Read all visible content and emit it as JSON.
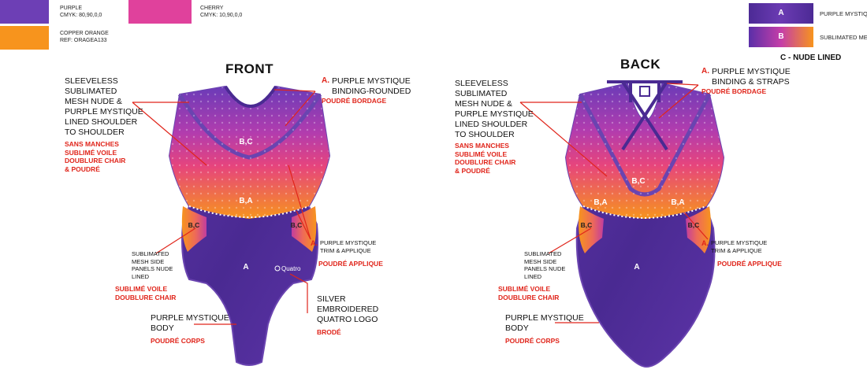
{
  "swatches": {
    "purple": {
      "name": "PURPLE",
      "spec": "CMYK: 80,90,0,0",
      "color": "#6d3fb5"
    },
    "cherry": {
      "name": "CHERRY",
      "spec": "CMYK: 10,90,0,0",
      "color": "#e0419c"
    },
    "copper": {
      "name": "COPPER ORANGE",
      "spec": "REF: ORAGEA133",
      "color": "#f7941d"
    }
  },
  "legend": {
    "a": {
      "code": "A",
      "label": "PURPLE MYSTIQUE"
    },
    "b": {
      "code": "B",
      "label": "SUBLIMATED MESH"
    },
    "c": {
      "label": "C - NUDE LINED"
    }
  },
  "front": {
    "title": "FRONT",
    "sleeveless": {
      "label": "SLEEVELESS\nSUBLIMATED\nMESH NUDE &\nPURPLE MYSTIQUE\nLINED SHOULDER\nTO SHOULDER",
      "fr": "SANS MANCHES\nSUBLIMÉ VOILE\nDOUBLURE CHAIR\n& POUDRÉ"
    },
    "binding": {
      "key": "A.",
      "label": "PURPLE MYSTIQUE\nBINDING-ROUNDED",
      "fr": "POUDRÉ BORDAGE"
    },
    "trim": {
      "key": "A.",
      "label": "PURPLE MYSTIQUE\nTRIM & APPLIQUE",
      "fr": "POUDRÉ APPLIQUE"
    },
    "side": {
      "label": "SUBLIMATED\nMESH SIDE\nPANELS NUDE\nLINED",
      "fr": "SUBLIMÉ VOILE\nDOUBLURE CHAIR"
    },
    "body": {
      "label": "PURPLE MYSTIQUE\nBODY",
      "fr": "POUDRÉ CORPS"
    },
    "logo": {
      "label": "SILVER\nEMBROIDERED\nQUATRO LOGO",
      "fr": "BRODÉ",
      "brand": "Quatro"
    },
    "zones": {
      "bc_top": "B,C",
      "ba": "B,A",
      "bc_left": "B,C",
      "bc_right": "B,C",
      "a": "A"
    }
  },
  "back": {
    "title": "BACK",
    "sleeveless": {
      "label": "SLEEVELESS\nSUBLIMATED\nMESH NUDE &\nPURPLE MYSTIQUE\nLINED SHOULDER\nTO SHOULDER",
      "fr": "SANS MANCHES\nSUBLIMÉ VOILE\nDOUBLURE CHAIR\n& POUDRÉ"
    },
    "binding": {
      "key": "A.",
      "label": "PURPLE MYSTIQUE\nBINDING & STRAPS",
      "fr": "POUDRÉ BORDAGE"
    },
    "trim": {
      "key": "A.",
      "label": "PURPLE MYSTIQUE\nTRIM & APPLIQUE",
      "fr": "POUDRÉ APPLIQUE"
    },
    "side": {
      "label": "SUBLIMATED\nMESH SIDE\nPANELS NUDE\nLINED",
      "fr": "SUBLIMÉ VOILE\nDOUBLURE CHAIR"
    },
    "body": {
      "label": "PURPLE MYSTIQUE\nBODY",
      "fr": "POUDRÉ CORPS"
    },
    "zones": {
      "bc_top": "B,C",
      "ba_left": "B,A",
      "ba_right": "B,A",
      "bc_left": "B,C",
      "bc_right": "B,C",
      "a": "A"
    }
  }
}
